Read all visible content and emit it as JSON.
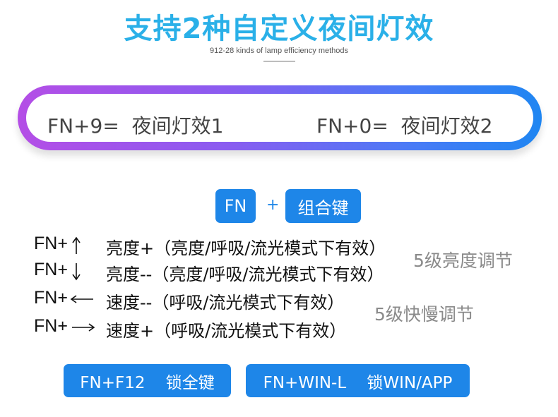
{
  "header": {
    "title": "支持2种自定义夜间灯效",
    "subtitle": "912-28 kinds of lamp efficiency methods"
  },
  "effects_pill": {
    "left_text": "FN+9=  夜间灯效1",
    "right_text": "FN+0=  夜间灯效2",
    "gradient_colors": [
      "#b44ee6",
      "#8a5cf0",
      "#4a7bf6",
      "#1f86f2"
    ]
  },
  "combo": {
    "fn_label": "FN",
    "plus": "+",
    "combo_label": "组合键"
  },
  "shortcuts": [
    {
      "key": "FN+",
      "arrow": "up-arrow-icon",
      "desc": "亮度+（亮度/呼吸/流光模式下有效）"
    },
    {
      "key": "FN+",
      "arrow": "down-arrow-icon",
      "desc": "亮度--（亮度/呼吸/流光模式下有效）"
    },
    {
      "key": "FN+",
      "arrow": "left-arrow-icon",
      "desc": "速度--（呼吸/流光模式下有效）"
    },
    {
      "key": "FN+",
      "arrow": "right-arrow-icon",
      "desc": "速度+（呼吸/流光模式下有效）"
    }
  ],
  "notes": {
    "brightness": "5级亮度调节",
    "speed": "5级快慢调节"
  },
  "bottom_buttons": {
    "lock_all": "FN+F12    锁全键",
    "lock_win": "FN+WIN-L    锁WIN/APP"
  },
  "colors": {
    "title": "#2ab0e8",
    "accent_blue": "#1e86e8",
    "note_gray": "#8a8a8a"
  }
}
